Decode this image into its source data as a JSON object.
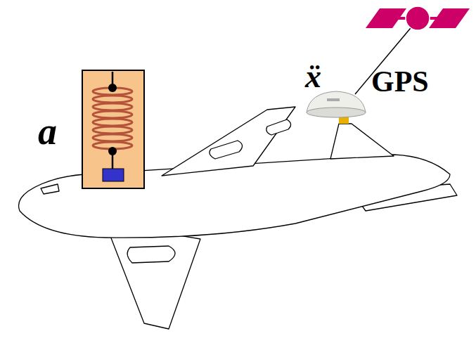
{
  "diagram": {
    "labels": [
      "a",
      "ẍ",
      "GPS"
    ]
  }
}
